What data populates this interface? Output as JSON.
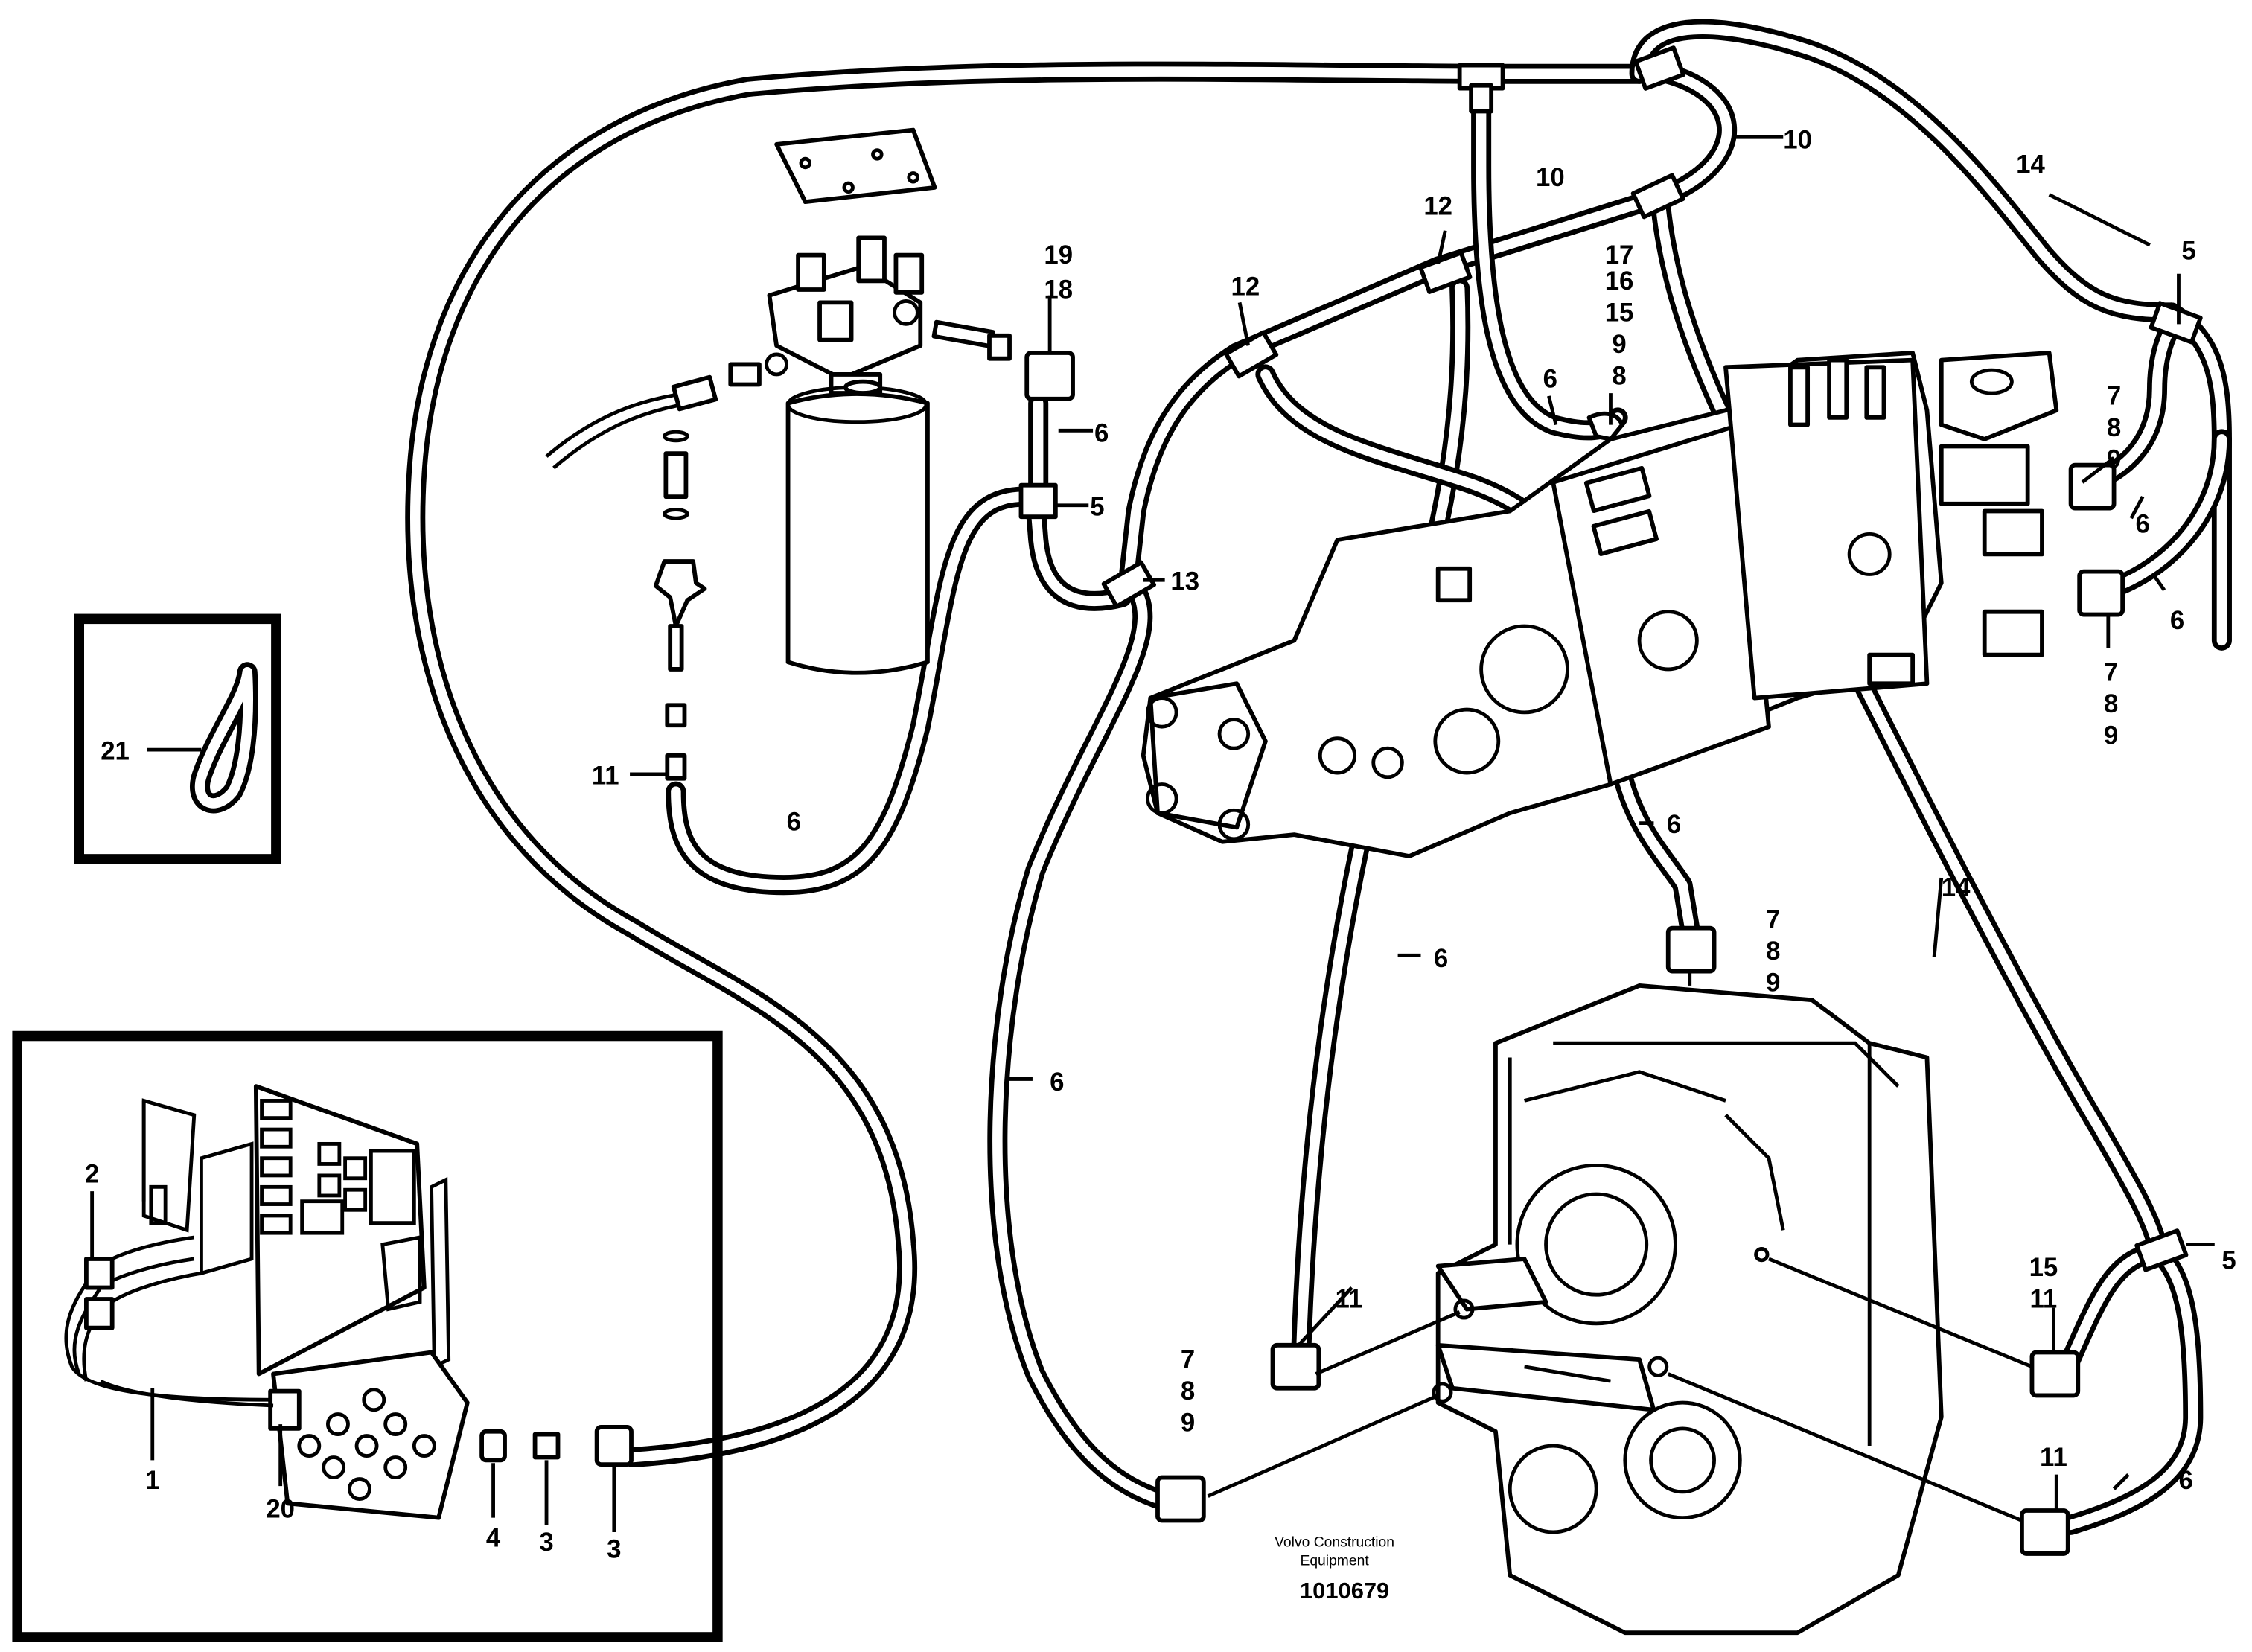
{
  "credit": {
    "line1": "Volvo Construction",
    "line2": "Equipment"
  },
  "drawing_number": "1010679",
  "callouts": [
    {
      "id": "c-10a",
      "text": "10"
    },
    {
      "id": "c-10b",
      "text": "10"
    },
    {
      "id": "c-14a",
      "text": "14"
    },
    {
      "id": "c-14b",
      "text": "14"
    },
    {
      "id": "c-12a",
      "text": "12"
    },
    {
      "id": "c-12b",
      "text": "12"
    },
    {
      "id": "c-19",
      "text": "19"
    },
    {
      "id": "c-18",
      "text": "18"
    },
    {
      "id": "c-17",
      "text": "17"
    },
    {
      "id": "c-16",
      "text": "16"
    },
    {
      "id": "c-15a",
      "text": "15"
    },
    {
      "id": "c-9a",
      "text": "9"
    },
    {
      "id": "c-8a",
      "text": "8"
    },
    {
      "id": "c-6a",
      "text": "6"
    },
    {
      "id": "c-6b",
      "text": "6"
    },
    {
      "id": "c-5a",
      "text": "5"
    },
    {
      "id": "c-5b",
      "text": "5"
    },
    {
      "id": "c-5c",
      "text": "5"
    },
    {
      "id": "c-13",
      "text": "13"
    },
    {
      "id": "c-7b",
      "text": "7"
    },
    {
      "id": "c-8b",
      "text": "8"
    },
    {
      "id": "c-9b",
      "text": "9"
    },
    {
      "id": "c-6c",
      "text": "6"
    },
    {
      "id": "c-6d",
      "text": "6"
    },
    {
      "id": "c-7c",
      "text": "7"
    },
    {
      "id": "c-8c",
      "text": "8"
    },
    {
      "id": "c-9c",
      "text": "9"
    },
    {
      "id": "c-21",
      "text": "21"
    },
    {
      "id": "c-11a",
      "text": "11"
    },
    {
      "id": "c-6e",
      "text": "6"
    },
    {
      "id": "c-6f",
      "text": "6"
    },
    {
      "id": "c-7d",
      "text": "7"
    },
    {
      "id": "c-8d",
      "text": "8"
    },
    {
      "id": "c-9d",
      "text": "9"
    },
    {
      "id": "c-6g",
      "text": "6"
    },
    {
      "id": "c-6h",
      "text": "6"
    },
    {
      "id": "c-11b",
      "text": "11"
    },
    {
      "id": "c-15b",
      "text": "15"
    },
    {
      "id": "c-11c",
      "text": "11"
    },
    {
      "id": "c-7e",
      "text": "7"
    },
    {
      "id": "c-8e",
      "text": "8"
    },
    {
      "id": "c-9e",
      "text": "9"
    },
    {
      "id": "c-11d",
      "text": "11"
    },
    {
      "id": "c-6i",
      "text": "6"
    },
    {
      "id": "c-2",
      "text": "2"
    },
    {
      "id": "c-1",
      "text": "1"
    },
    {
      "id": "c-20",
      "text": "20"
    },
    {
      "id": "c-4",
      "text": "4"
    },
    {
      "id": "c-3a",
      "text": "3"
    },
    {
      "id": "c-3b",
      "text": "3"
    }
  ]
}
